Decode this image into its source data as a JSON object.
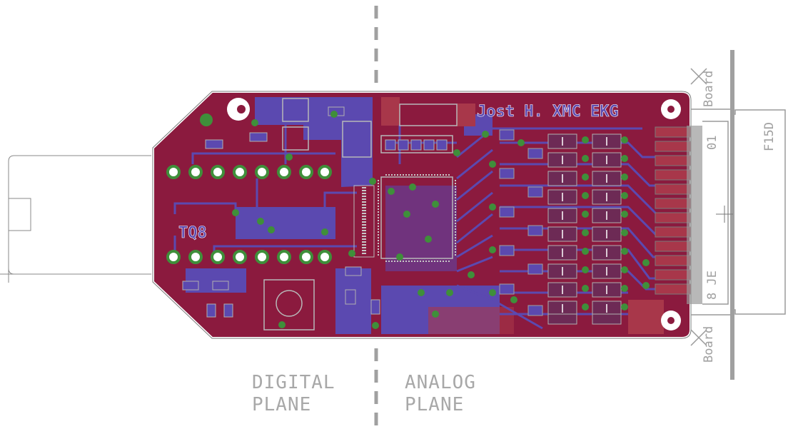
{
  "board": {
    "title": "Jost H. XMC EKG",
    "chip_label": "TQ8"
  },
  "connector": {
    "name": "F15D",
    "pin_top": "01",
    "pin_bottom": "8 JE",
    "edge_label_top": "Board",
    "edge_label_bottom": "Board"
  },
  "planes": {
    "digital": {
      "line1": "DIGITAL",
      "line2": "PLANE"
    },
    "analog": {
      "line1": "ANALOG",
      "line2": "PLANE"
    }
  },
  "colors": {
    "copper_top": "#8b1a3e",
    "copper_bottom": "#5b49b0",
    "silk": "#a8a8a8",
    "pad": "#3f8f3a",
    "outline": "#7a7a7a"
  }
}
